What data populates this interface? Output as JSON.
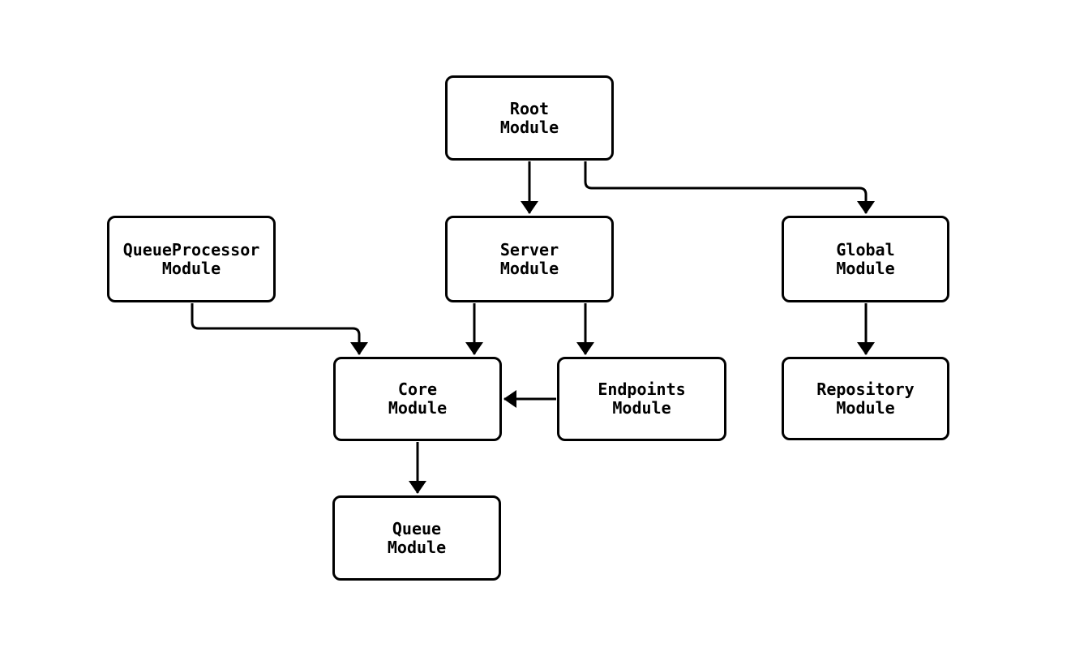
{
  "diagram": {
    "type": "module-dependency-flowchart",
    "nodes": {
      "root": {
        "label": "Root\nModule"
      },
      "queue_processor": {
        "label": "QueueProcessor\nModule"
      },
      "server": {
        "label": "Server\nModule"
      },
      "global": {
        "label": "Global\nModule"
      },
      "core": {
        "label": "Core\nModule"
      },
      "endpoints": {
        "label": "Endpoints\nModule"
      },
      "repository": {
        "label": "Repository\nModule"
      },
      "queue": {
        "label": "Queue\nModule"
      }
    },
    "edges": [
      {
        "from": "Root Module",
        "to": "Server Module"
      },
      {
        "from": "Root Module",
        "to": "Global Module"
      },
      {
        "from": "QueueProcessor Module",
        "to": "Core Module"
      },
      {
        "from": "Server Module",
        "to": "Core Module"
      },
      {
        "from": "Server Module",
        "to": "Endpoints Module"
      },
      {
        "from": "Endpoints Module",
        "to": "Core Module"
      },
      {
        "from": "Global Module",
        "to": "Repository Module"
      },
      {
        "from": "Core Module",
        "to": "Queue Module"
      }
    ],
    "colors": {
      "stroke": "#000000",
      "node_fill": "#ffffff",
      "background": "#ffffff",
      "text": "#000000"
    }
  }
}
